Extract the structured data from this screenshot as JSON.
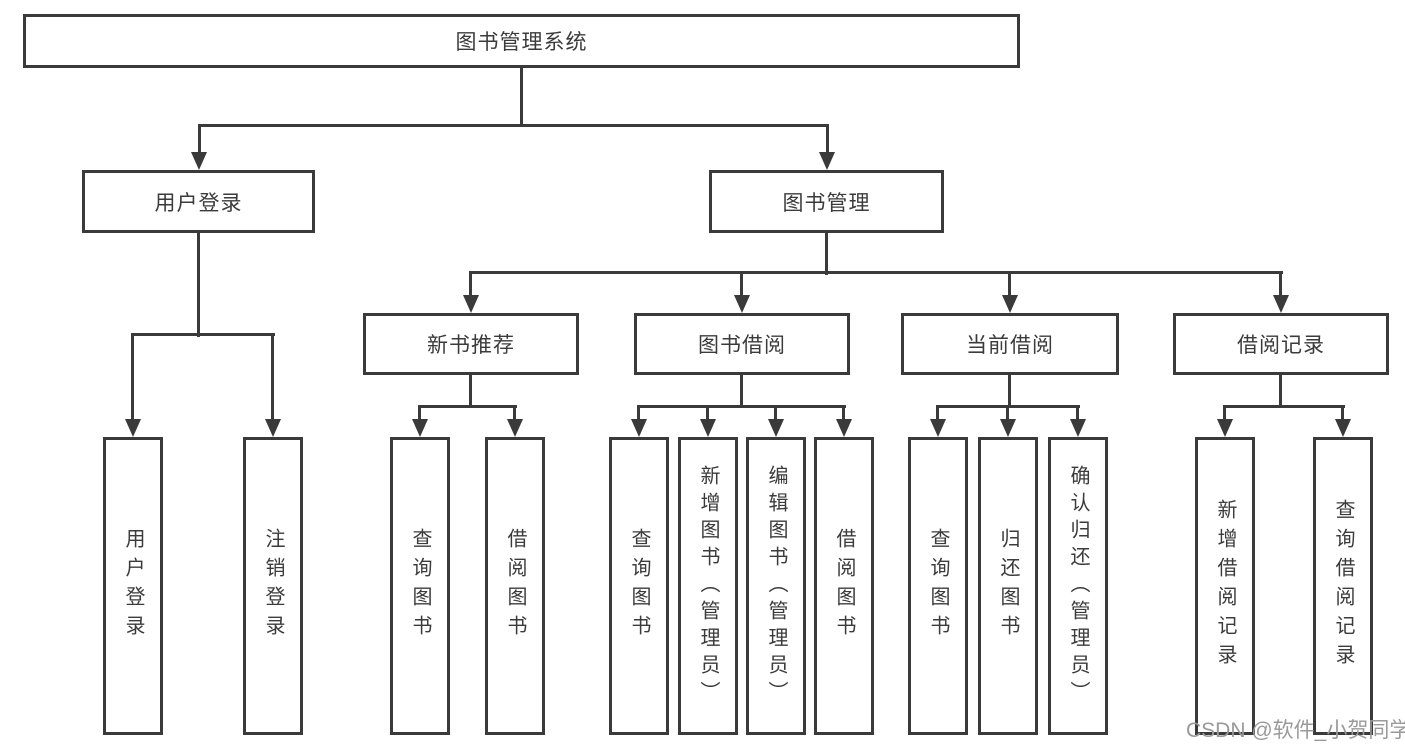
{
  "diagram": {
    "root": {
      "label": "图书管理系统"
    },
    "level2": {
      "user_login": {
        "label": "用户登录"
      },
      "book_mgmt": {
        "label": "图书管理"
      }
    },
    "level3": {
      "new_books": {
        "label": "新书推荐"
      },
      "borrowing": {
        "label": "图书借阅"
      },
      "current": {
        "label": "当前借阅"
      },
      "records": {
        "label": "借阅记录"
      }
    },
    "leaves": {
      "user_login": [
        "用户登录",
        "注销登录"
      ],
      "new_books": [
        "查询图书",
        "借阅图书"
      ],
      "borrowing": [
        "查询图书",
        "新增图书（管理员）",
        "编辑图书（管理员）",
        "借阅图书"
      ],
      "current": [
        "查询图书",
        "归还图书",
        "确认归还（管理员）"
      ],
      "records": [
        "新增借阅记录",
        "查询借阅记录"
      ]
    }
  },
  "watermark": {
    "text": "CSDN @软件_小贺同学"
  },
  "colors": {
    "line": "#3a3a3a",
    "text": "#3b3b3b",
    "watermark": "#9a9a9a",
    "background": "#ffffff"
  }
}
